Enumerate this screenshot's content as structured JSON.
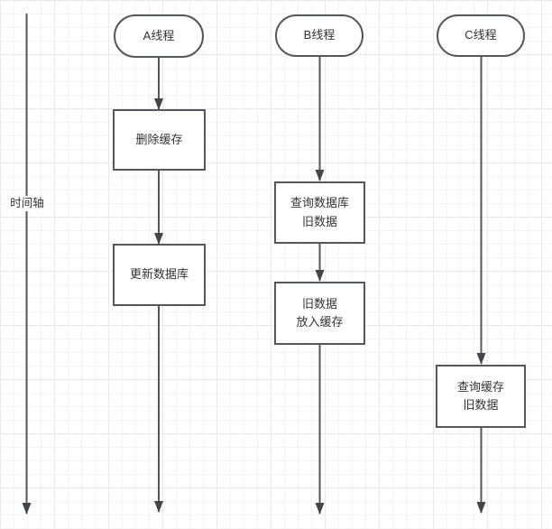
{
  "diagram": {
    "type": "flowchart",
    "colors": {
      "stroke": "#54575c",
      "text": "#333333",
      "background": "#ffffff",
      "grid_minor": "#f4f4f4",
      "grid_major": "#e9e9e9"
    },
    "timeline": {
      "label": "时间轴",
      "direction": "down"
    },
    "lanes": [
      {
        "id": "A",
        "title": "A线程",
        "steps": [
          "删除缓存",
          "更新数据库"
        ]
      },
      {
        "id": "B",
        "title": "B线程",
        "steps": [
          "查询数据库\n旧数据",
          "旧数据\n放入缓存"
        ]
      },
      {
        "id": "C",
        "title": "C线程",
        "steps": [
          "查询缓存\n旧数据"
        ]
      }
    ]
  }
}
